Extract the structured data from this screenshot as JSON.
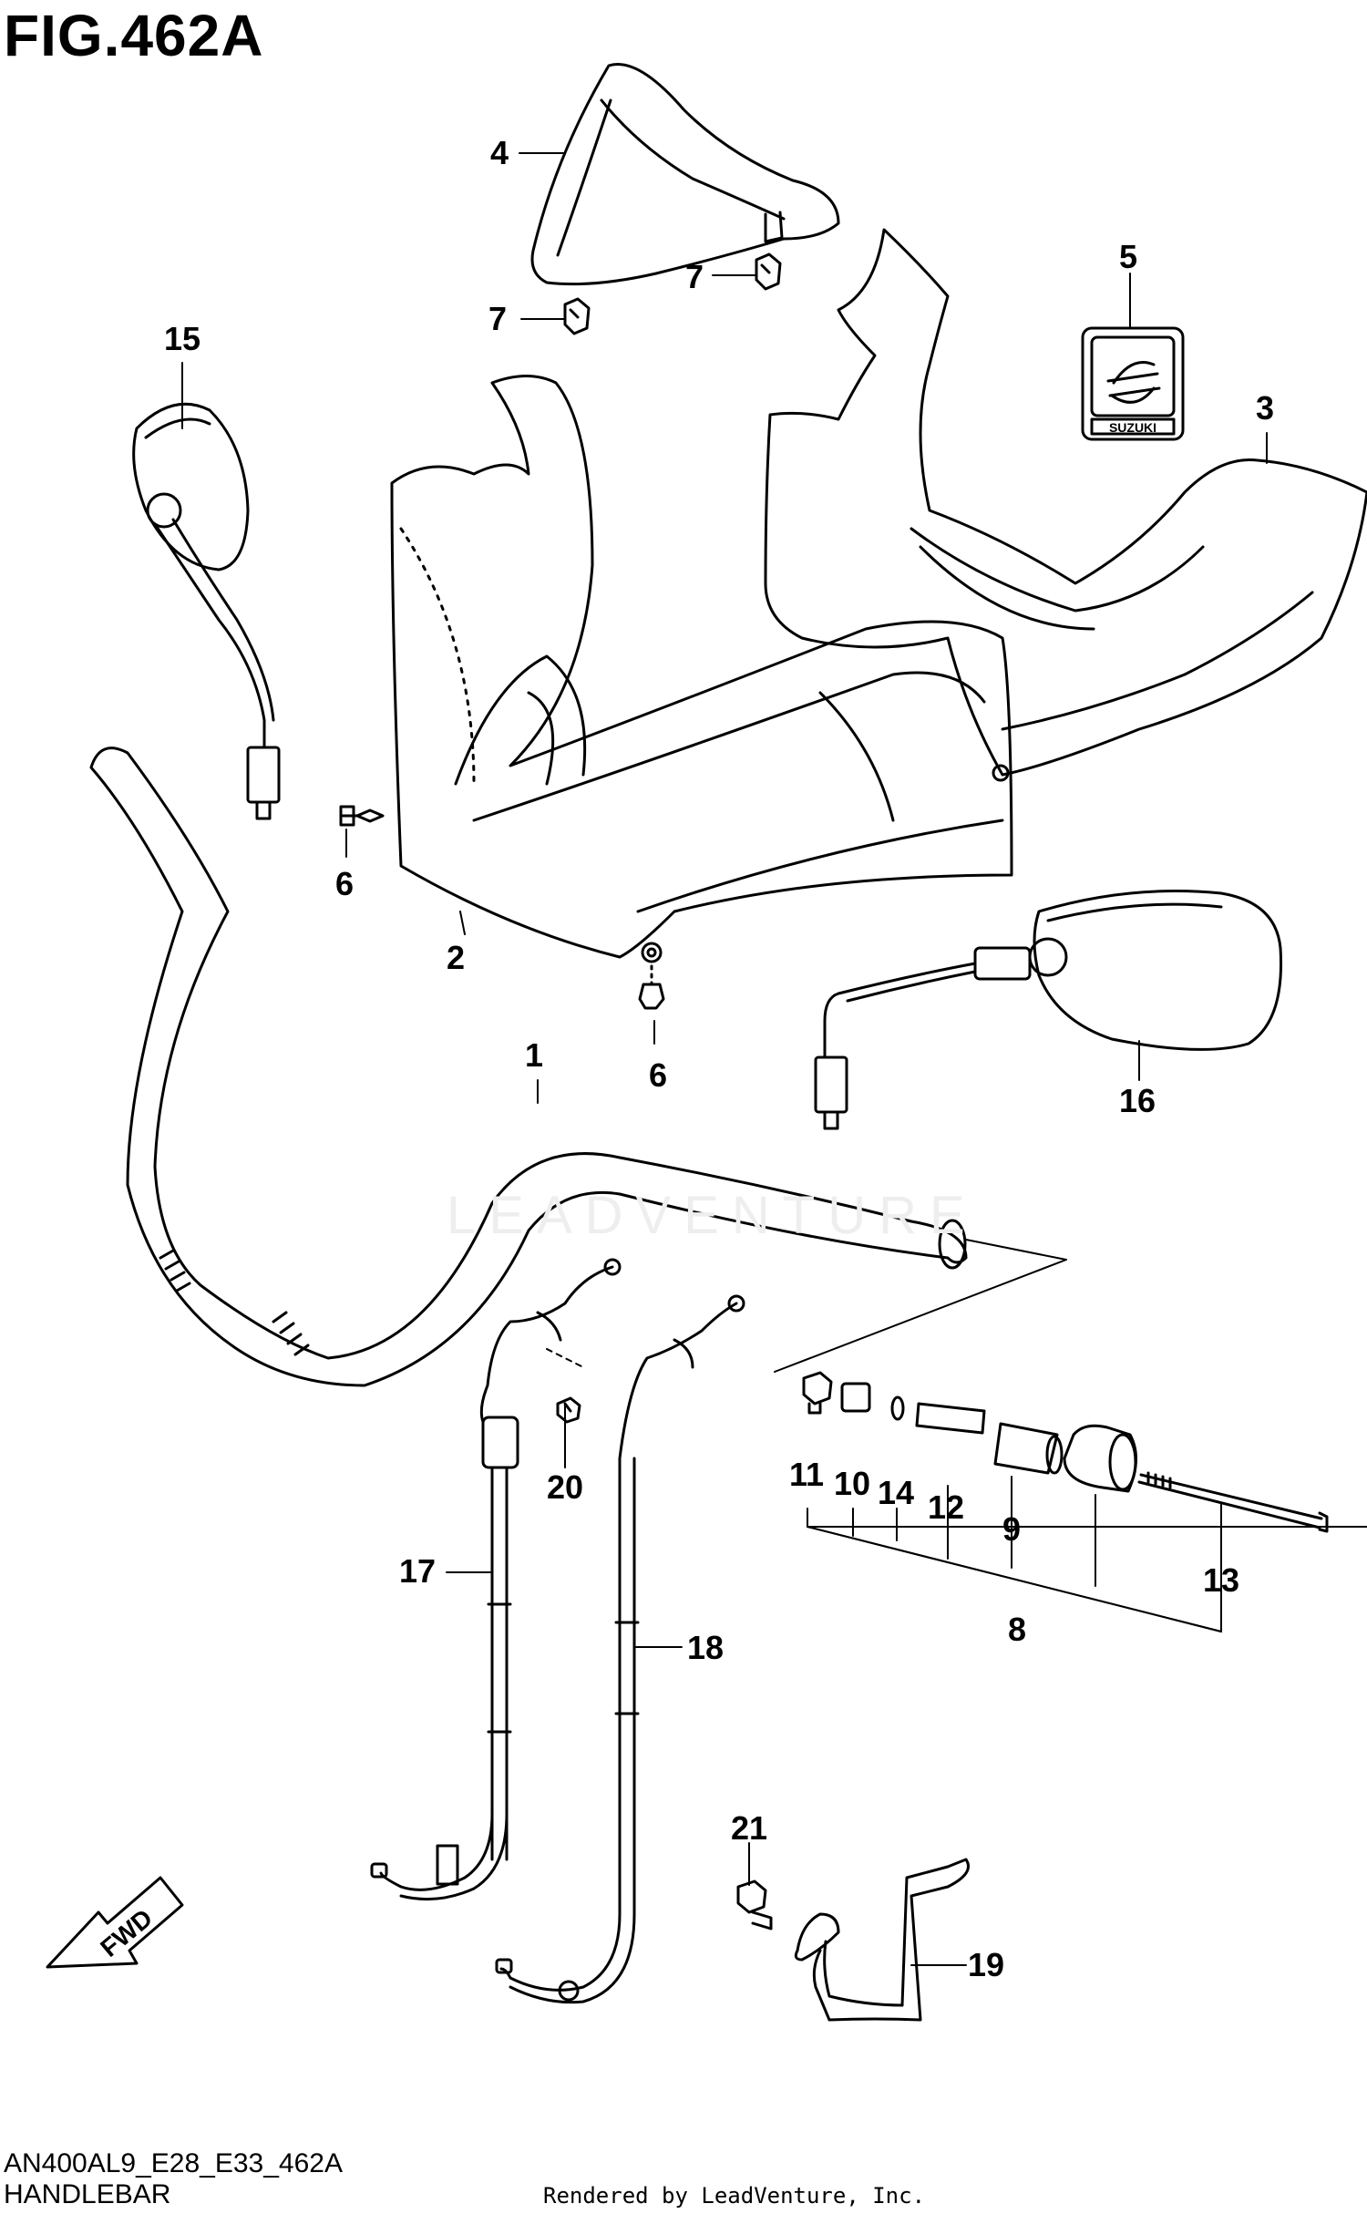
{
  "figure": {
    "title": "FIG.462A",
    "code": "AN400AL9_E28_E33_462A",
    "name": "HANDLEBAR",
    "credit": "Rendered by LeadVenture, Inc.",
    "watermark": "LEADVENTURE",
    "emblem_text": "SUZUKI",
    "direction_arrow": "FWD"
  },
  "callouts": {
    "c1": "1",
    "c2": "2",
    "c3": "3",
    "c4": "4",
    "c5": "5",
    "c6a": "6",
    "c6b": "6",
    "c7a": "7",
    "c7b": "7",
    "c8": "8",
    "c9": "9",
    "c10": "10",
    "c11": "11",
    "c12": "12",
    "c13": "13",
    "c14": "14",
    "c15": "15",
    "c16": "16",
    "c17": "17",
    "c18": "18",
    "c19": "19",
    "c20": "20",
    "c21": "21"
  }
}
